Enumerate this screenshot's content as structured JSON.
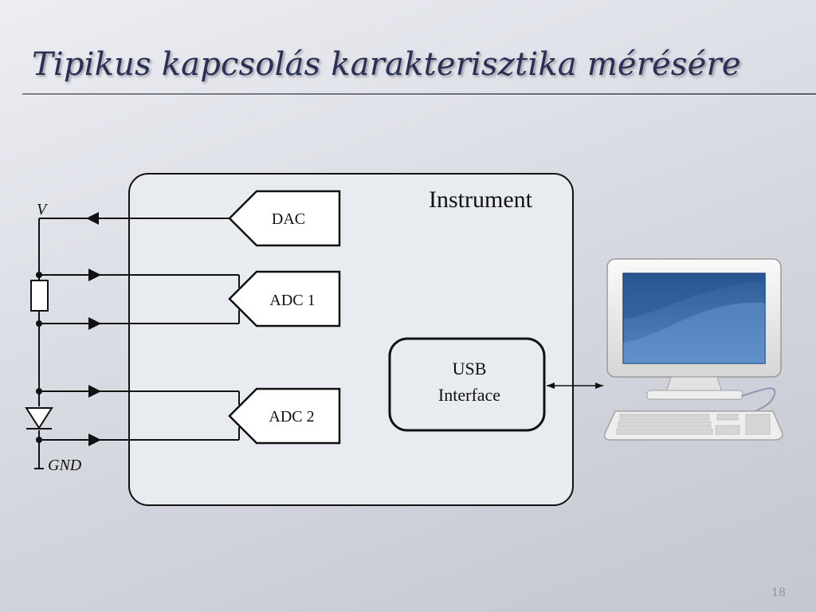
{
  "slide": {
    "title": "Tipikus kapcsolás karakterisztika mérésére",
    "page_number": "18"
  },
  "diagram": {
    "instrument_label": "Instrument",
    "blocks": {
      "dac": "DAC",
      "adc1": "ADC 1",
      "adc2": "ADC 2",
      "usb_line1": "USB",
      "usb_line2": "Interface"
    },
    "nodes": {
      "v": "V",
      "gnd": "GND"
    }
  },
  "colors": {
    "title": "#2a2f55",
    "instrument_fill": "#e8ebef",
    "monitor_screen": "#3a6aa4"
  },
  "icons": [
    "computer-monitor-icon",
    "keyboard-icon"
  ]
}
